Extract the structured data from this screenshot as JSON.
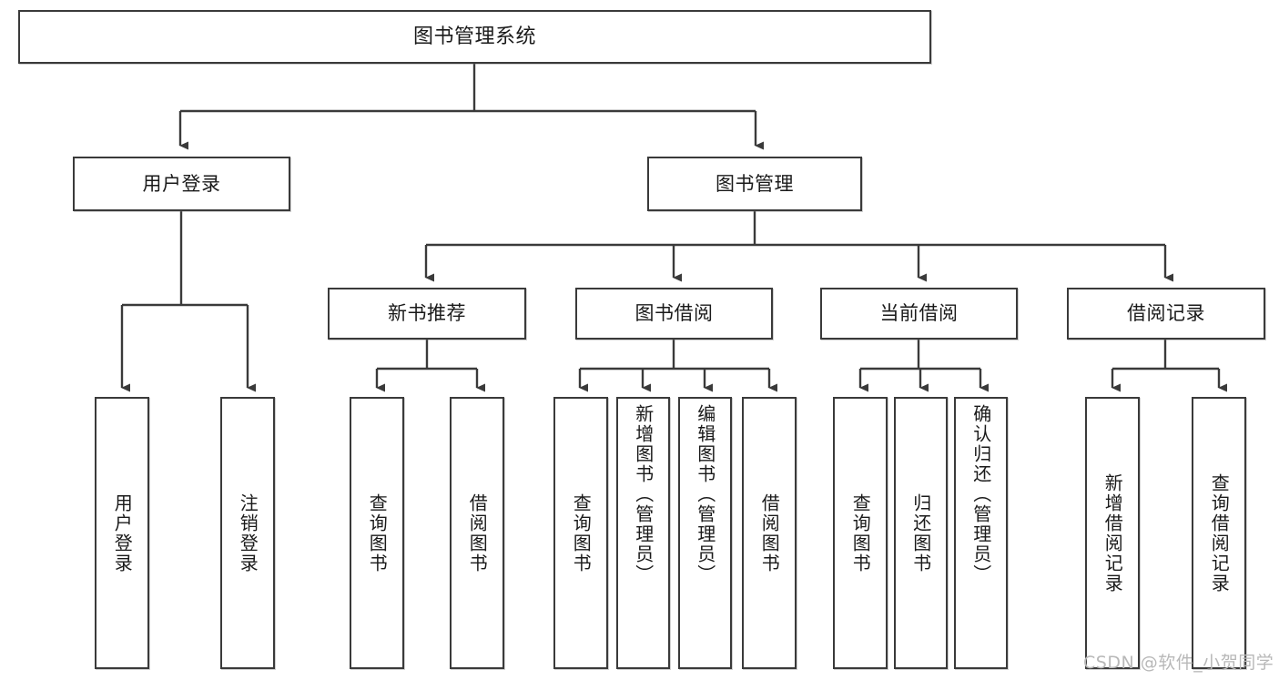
{
  "diagram": {
    "type": "tree-hierarchy",
    "title": "图书管理系统",
    "stroke_color": "#3a3a3a",
    "background_color": "#ffffff",
    "text_color": "#1a1a1a"
  },
  "nodes": {
    "root": {
      "label": "图书管理系统",
      "level": 1,
      "orientation": "horizontal"
    },
    "l2": [
      {
        "id": "user-login",
        "label": "用户登录",
        "level": 2,
        "orientation": "horizontal"
      },
      {
        "id": "book-manage",
        "label": "图书管理",
        "level": 2,
        "orientation": "horizontal"
      }
    ],
    "l3": [
      {
        "id": "new-book-recommend",
        "label": "新书推荐",
        "level": 3,
        "orientation": "horizontal"
      },
      {
        "id": "book-borrow",
        "label": "图书借阅",
        "level": 3,
        "orientation": "horizontal"
      },
      {
        "id": "current-borrow",
        "label": "当前借阅",
        "level": 3,
        "orientation": "horizontal"
      },
      {
        "id": "borrow-record",
        "label": "借阅记录",
        "level": 3,
        "orientation": "horizontal"
      }
    ],
    "leaves": {
      "user_login": [
        {
          "id": "leaf-user-login",
          "label": "用户登录"
        },
        {
          "id": "leaf-user-logout",
          "label": "注销登录"
        }
      ],
      "new_book_recommend": [
        {
          "id": "leaf-query-book-1",
          "label": "查询图书"
        },
        {
          "id": "leaf-borrow-book-1",
          "label": "借阅图书"
        }
      ],
      "book_borrow": [
        {
          "id": "leaf-query-book-2",
          "label": "查询图书"
        },
        {
          "id": "leaf-add-book",
          "label": "新增图书（管理员）"
        },
        {
          "id": "leaf-edit-book",
          "label": "编辑图书（管理员）"
        },
        {
          "id": "leaf-borrow-book-2",
          "label": "借阅图书"
        }
      ],
      "current_borrow": [
        {
          "id": "leaf-query-book-3",
          "label": "查询图书"
        },
        {
          "id": "leaf-return-book",
          "label": "归还图书"
        },
        {
          "id": "leaf-confirm-return",
          "label": "确认归还（管理员）"
        }
      ],
      "borrow_record": [
        {
          "id": "leaf-add-record",
          "label": "新增借阅记录"
        },
        {
          "id": "leaf-query-record",
          "label": "查询借阅记录"
        }
      ]
    }
  },
  "watermark": {
    "text": "CSDN @软件_小贺同学"
  }
}
